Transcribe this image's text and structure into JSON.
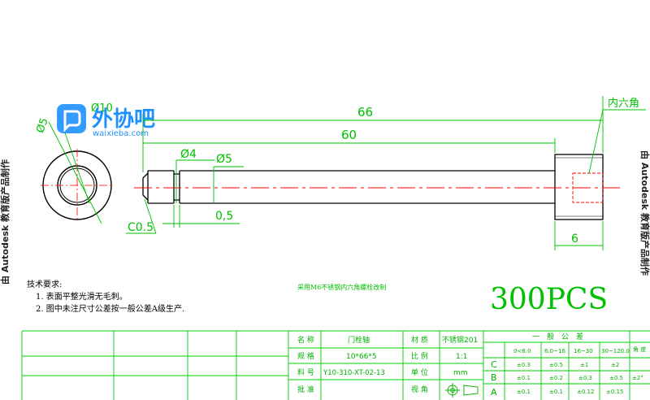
{
  "logo": {
    "name": "外协吧",
    "url": "waixieba.com"
  },
  "watermark": {
    "left": "由 Autodesk 教育版产品制作",
    "right": "由 Autodesk 教育版产品制作"
  },
  "dimensions": {
    "outer_diameter": "Ø10",
    "inner_diameter": "Ø5",
    "total_length": "66",
    "shaft_length": "60",
    "groove_diameter": "Ø4",
    "shaft_diameter": "Ø5",
    "groove_width": "0,5",
    "chamfer": "C0.5",
    "head_length": "6",
    "hex_socket": "内六角"
  },
  "notes": {
    "title": "技术要求:",
    "items": [
      "1. 表面平整光滑无毛刺。",
      "2. 图中未注尺寸公差按一般公差A级生产."
    ]
  },
  "material_note": "采用M6不锈钢内六角螺栓改制",
  "quantity": "300PCS",
  "title_block": {
    "name_label": "名 称",
    "name_value": "门栓轴",
    "material_label": "材 质",
    "material_value": "不锈钢201",
    "spec_label": "规 格",
    "spec_value": "10*66*5",
    "scale_label": "比 例",
    "scale_value": "1:1",
    "part_no_label": "料 号",
    "part_no_value": "Y10-310-XT-02-13",
    "unit_label": "单 位",
    "unit_value": "mm",
    "approve_label": "批 准",
    "view_label": "视 角"
  },
  "tolerance_table": {
    "title": "一　般　公　差",
    "angle_label": "角 度",
    "ranges": [
      "0<6.0",
      "6.0~16",
      "16~30",
      "30~120.0"
    ],
    "grades": [
      {
        "grade": "C",
        "values": [
          "±0.3",
          "±0.5",
          "±1",
          "±2"
        ],
        "angle": ""
      },
      {
        "grade": "B",
        "values": [
          "±0.1",
          "±0.2",
          "±0.3",
          "±0.5"
        ],
        "angle": "±2°"
      },
      {
        "grade": "A",
        "values": [
          "±0.1",
          "±0.1",
          "±0.12",
          "±0.15"
        ],
        "angle": ""
      }
    ]
  },
  "colors": {
    "dimension": "#00c000",
    "outline": "#000000",
    "centerline": "#ff0000",
    "title_block": "#00d000",
    "logo": "#1e90ff"
  }
}
